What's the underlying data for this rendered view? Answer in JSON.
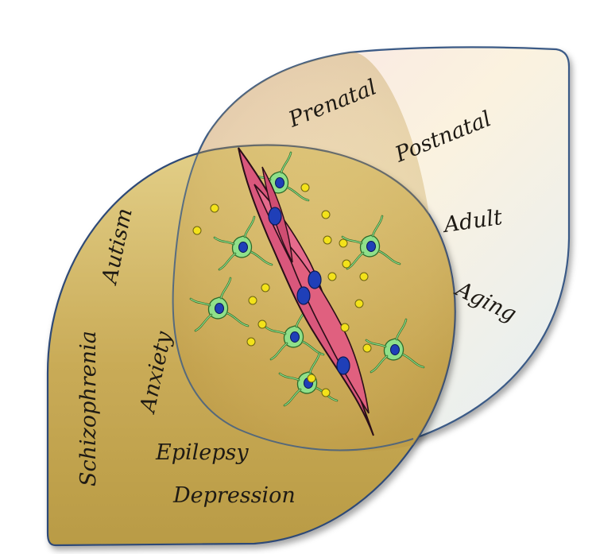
{
  "stages": {
    "prenatal": "Prenatal",
    "postnatal": "Postnatal",
    "adult": "Adult",
    "aging": "Aging"
  },
  "disorders": {
    "autism": "Autism",
    "schizophrenia": "Schizophrenia",
    "anxiety": "Anxiety",
    "epilepsy": "Epilepsy",
    "depression": "Depression"
  },
  "colors": {
    "stage_leaf_fill": "#fbf1de",
    "stage_leaf_edge": "#3a5a86",
    "disorder_leaf_fill": "#c9ac56",
    "disorder_leaf_edge": "#2e4a77",
    "vessel": "#d9577c",
    "vessel_nucleus": "#1f3fb8",
    "astrocyte": "#8fe08a",
    "astrocyte_nucleus": "#1f3fb8",
    "dot": "#f3e21a"
  }
}
